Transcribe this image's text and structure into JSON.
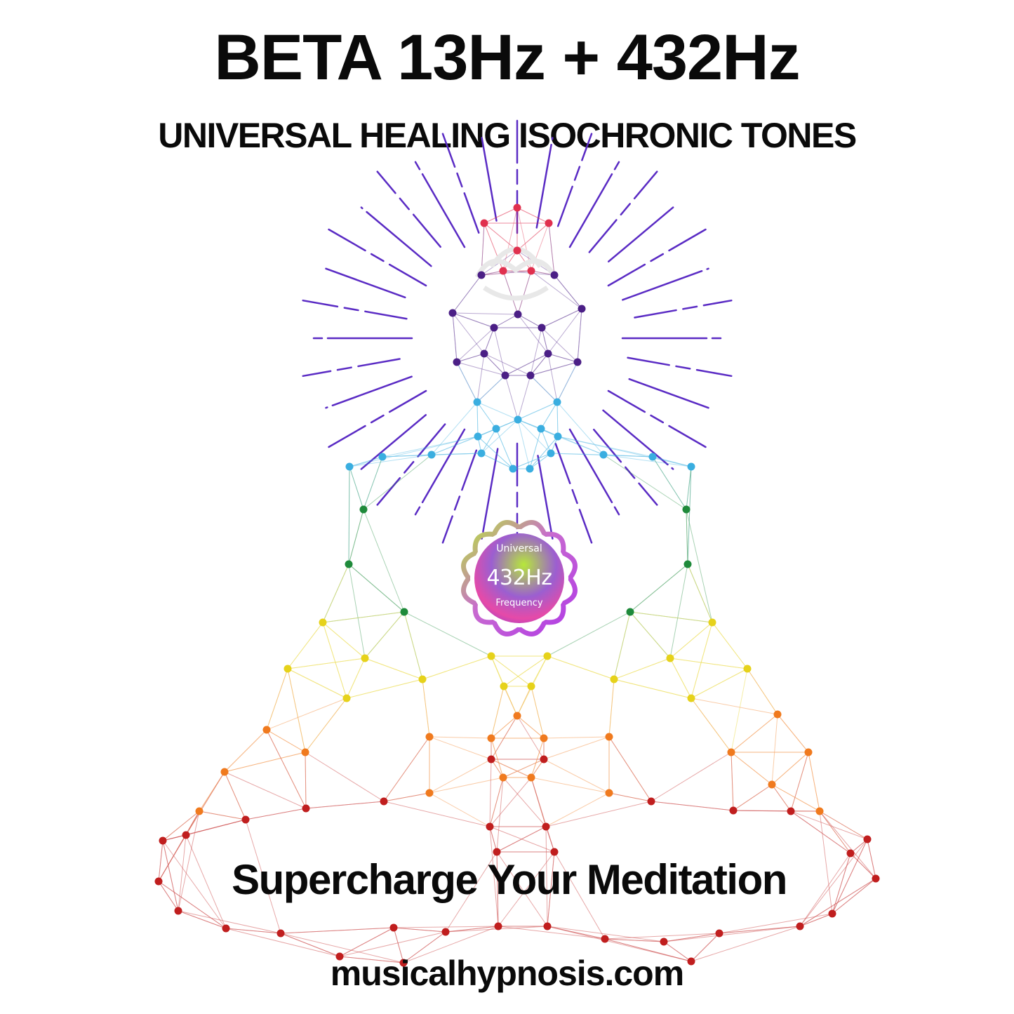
{
  "header": {
    "title": "BETA 13Hz + 432Hz",
    "subtitle": "UNIVERSAL HEALING ISOCHRONIC TONES"
  },
  "badge": {
    "top_text": "Universal",
    "main_text": "432Hz",
    "bottom_text": "Frequency",
    "gradient_colors": [
      "#b6e83a",
      "#9b4fd6",
      "#e64aa8",
      "#c046e0"
    ]
  },
  "footer": {
    "tagline": "Supercharge Your Meditation",
    "website": "musicalhypnosis.com"
  },
  "figure": {
    "icon": "meditating-figure-chakra-network",
    "ray_color": "#5a2bc4",
    "chakra_colors": {
      "crown": "#e0304e",
      "third_eye": "#4b1f86",
      "throat": "#3aaee0",
      "heart": "#1e8a3a",
      "solar_plexus": "#e6d21a",
      "sacral": "#f07a1e",
      "root": "#c01e1e"
    }
  }
}
